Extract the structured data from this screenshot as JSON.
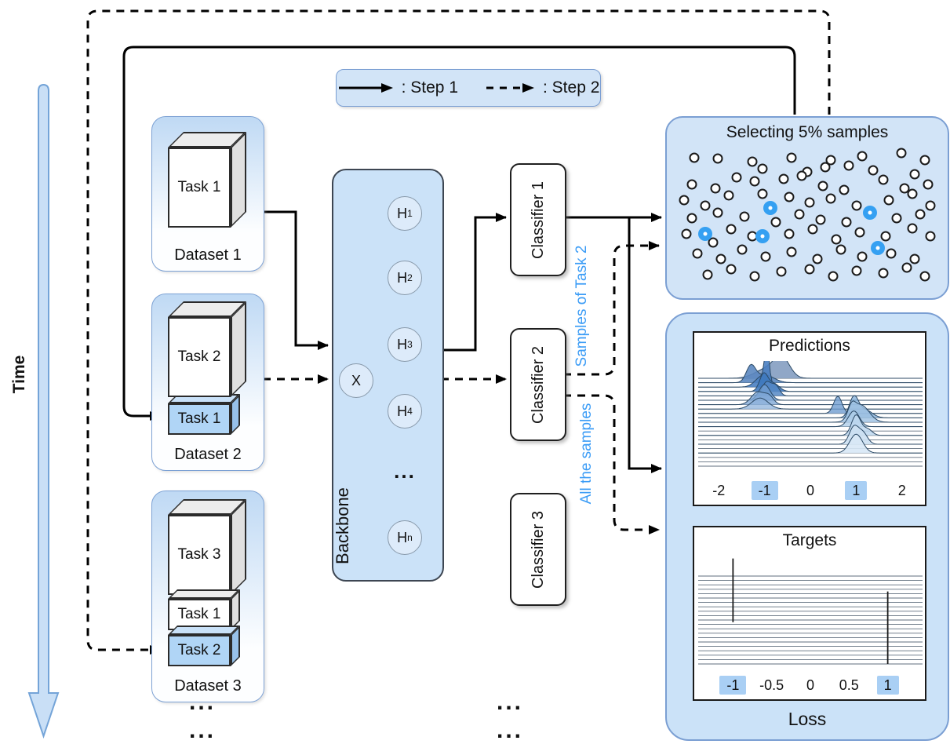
{
  "time_label": "Time",
  "legend": {
    "step1_label": ": Step 1",
    "step2_label": ": Step 2"
  },
  "datasets": [
    {
      "label": "Dataset 1",
      "stack": [
        {
          "label": "Task 1"
        }
      ]
    },
    {
      "label": "Dataset 2",
      "stack": [
        {
          "label": "Task 2"
        },
        {
          "label": "Task 1"
        }
      ]
    },
    {
      "label": "Dataset 3",
      "stack": [
        {
          "label": "Task 3"
        },
        {
          "label": "Task 1"
        },
        {
          "label": "Task 2"
        }
      ]
    }
  ],
  "backbone": {
    "label": "Backbone",
    "input_label": "X",
    "ellipsis": "...",
    "units": [
      {
        "base": "H",
        "sub": "1"
      },
      {
        "base": "H",
        "sub": "2"
      },
      {
        "base": "H",
        "sub": "3"
      },
      {
        "base": "H",
        "sub": "4"
      },
      {
        "base": "H",
        "sub": "n"
      }
    ]
  },
  "classifiers": [
    {
      "label": "Classifier 1"
    },
    {
      "label": "Classifier 2"
    },
    {
      "label": "Classifier 3"
    }
  ],
  "flow_labels": {
    "samples_task2": "Samples of Task 2",
    "all_samples": "All the samples"
  },
  "selection_panel": {
    "title": "Selecting 5% samples",
    "points": [
      [
        7,
        7,
        0
      ],
      [
        16,
        8,
        0
      ],
      [
        29,
        10,
        0
      ],
      [
        44,
        7,
        0
      ],
      [
        59,
        9,
        0
      ],
      [
        66,
        13,
        0
      ],
      [
        71,
        6,
        0
      ],
      [
        86,
        4,
        0
      ],
      [
        95,
        9,
        0
      ],
      [
        33,
        15,
        0
      ],
      [
        50,
        17,
        0
      ],
      [
        57,
        14,
        0
      ],
      [
        75,
        16,
        0
      ],
      [
        91,
        19,
        0
      ],
      [
        6,
        26,
        0
      ],
      [
        15,
        29,
        0
      ],
      [
        23,
        21,
        0
      ],
      [
        30,
        24,
        0
      ],
      [
        41,
        22,
        0
      ],
      [
        48,
        20,
        0
      ],
      [
        56,
        27,
        0
      ],
      [
        64,
        30,
        0
      ],
      [
        79,
        23,
        0
      ],
      [
        87,
        29,
        0
      ],
      [
        96,
        26,
        0
      ],
      [
        3,
        37,
        0
      ],
      [
        11,
        41,
        0
      ],
      [
        20,
        34,
        0
      ],
      [
        33,
        33,
        0
      ],
      [
        43,
        35,
        0
      ],
      [
        51,
        39,
        0
      ],
      [
        59,
        36,
        0
      ],
      [
        69,
        41,
        0
      ],
      [
        81,
        37,
        0
      ],
      [
        90,
        33,
        0
      ],
      [
        97,
        41,
        0
      ],
      [
        6,
        50,
        0
      ],
      [
        16,
        46,
        0
      ],
      [
        26,
        49,
        0
      ],
      [
        38,
        53,
        0
      ],
      [
        47,
        47,
        0
      ],
      [
        55,
        51,
        0
      ],
      [
        65,
        53,
        0
      ],
      [
        84,
        50,
        0
      ],
      [
        93,
        47,
        0
      ],
      [
        4,
        61,
        0
      ],
      [
        14,
        67,
        0
      ],
      [
        21,
        58,
        0
      ],
      [
        29,
        63,
        0
      ],
      [
        43,
        61,
        0
      ],
      [
        52,
        58,
        0
      ],
      [
        61,
        65,
        0
      ],
      [
        70,
        60,
        0
      ],
      [
        80,
        63,
        0
      ],
      [
        90,
        57,
        0
      ],
      [
        97,
        63,
        0
      ],
      [
        8,
        75,
        0
      ],
      [
        17,
        79,
        0
      ],
      [
        25,
        72,
        0
      ],
      [
        34,
        77,
        0
      ],
      [
        44,
        74,
        0
      ],
      [
        54,
        79,
        0
      ],
      [
        63,
        72,
        0
      ],
      [
        71,
        77,
        0
      ],
      [
        82,
        75,
        0
      ],
      [
        91,
        79,
        0
      ],
      [
        12,
        90,
        0
      ],
      [
        21,
        86,
        0
      ],
      [
        30,
        91,
        0
      ],
      [
        40,
        88,
        0
      ],
      [
        51,
        86,
        0
      ],
      [
        60,
        91,
        0
      ],
      [
        69,
        87,
        0
      ],
      [
        79,
        89,
        0
      ],
      [
        88,
        85,
        0
      ],
      [
        95,
        91,
        0
      ],
      [
        36,
        43,
        1
      ],
      [
        11,
        61,
        1
      ],
      [
        33,
        63,
        1
      ],
      [
        74,
        46,
        1
      ],
      [
        77,
        71,
        1
      ]
    ]
  },
  "results_panel": {
    "loss_label": "Loss"
  },
  "ellipsis_marks": {
    "mark": "..."
  },
  "colors": {
    "panel_fill": "#CBE2F8",
    "panel_border": "#7B9FD3",
    "highlight_blue": "#35A0F2",
    "blue_text": "#3B9CF6",
    "tick_highlight": "#A9CFF4"
  },
  "chart_data": [
    {
      "type": "ridgeline",
      "title": "Predictions",
      "xlim": [
        -2.45,
        2.45
      ],
      "ticks": [
        -2,
        -1,
        0,
        1,
        2
      ],
      "highlight": [
        -1,
        1
      ],
      "rows": 21,
      "row_top": 22,
      "row_gap": 5.6,
      "ridges": [
        {
          "row": 0,
          "fill": "#8aa2c4",
          "op": 0.95,
          "peaks": [
            {
              "c": -0.62,
              "h": 24,
              "s": 0.17
            },
            {
              "c": -0.95,
              "h": 12,
              "s": 0.25
            }
          ]
        },
        {
          "row": 1,
          "fill": "#5b87c0",
          "op": 0.9,
          "peaks": [
            {
              "c": -1.3,
              "h": 20,
              "s": 0.1
            },
            {
              "c": -1.0,
              "h": 10,
              "s": 0.2
            }
          ]
        },
        {
          "row": 2,
          "fill": "#4a7fc1",
          "op": 0.9,
          "peaks": [
            {
              "c": -0.95,
              "h": 48,
              "s": 0.045
            },
            {
              "c": -1.05,
              "h": 14,
              "s": 0.15
            }
          ]
        },
        {
          "row": 3,
          "fill": "#3f79be",
          "op": 0.9,
          "peaks": [
            {
              "c": -1.02,
              "h": 22,
              "s": 0.09
            },
            {
              "c": -0.8,
              "h": 10,
              "s": 0.12
            }
          ]
        },
        {
          "row": 4,
          "fill": "#5588c5",
          "op": 0.85,
          "peaks": [
            {
              "c": -0.95,
              "h": 18,
              "s": 0.1
            },
            {
              "c": -0.75,
              "h": 12,
              "s": 0.08
            }
          ]
        },
        {
          "row": 5,
          "fill": "#6f9cd0",
          "op": 0.8,
          "peaks": [
            {
              "c": -1.0,
              "h": 20,
              "s": 0.12
            }
          ]
        },
        {
          "row": 6,
          "fill": "#7fa7d6",
          "op": 0.8,
          "peaks": [
            {
              "c": -1.15,
              "h": 16,
              "s": 0.14
            },
            {
              "c": -0.9,
              "h": 10,
              "s": 0.1
            }
          ]
        },
        {
          "row": 7,
          "fill": "#8fb3dc",
          "op": 0.75,
          "peaks": [
            {
              "c": -1.1,
              "h": 14,
              "s": 0.18
            }
          ]
        },
        {
          "row": 8,
          "fill": "#6f9cd0",
          "op": 0.8,
          "peaks": [
            {
              "c": 0.6,
              "h": 22,
              "s": 0.09
            }
          ]
        },
        {
          "row": 9,
          "fill": "#86b0da",
          "op": 0.8,
          "peaks": [
            {
              "c": 0.95,
              "h": 26,
              "s": 0.1
            },
            {
              "c": 1.2,
              "h": 10,
              "s": 0.15
            }
          ]
        },
        {
          "row": 10,
          "fill": "#9dc0e2",
          "op": 0.8,
          "peaks": [
            {
              "c": 1.1,
              "h": 22,
              "s": 0.18
            },
            {
              "c": 0.9,
              "h": 14,
              "s": 0.08
            }
          ]
        },
        {
          "row": 11,
          "fill": "#aecde9",
          "op": 0.8,
          "peaks": [
            {
              "c": 0.95,
              "h": 20,
              "s": 0.12
            }
          ]
        },
        {
          "row": 13,
          "fill": "#bdd7ee",
          "op": 0.85,
          "peaks": [
            {
              "c": 1.0,
              "h": 26,
              "s": 0.1
            },
            {
              "c": 1.25,
              "h": 8,
              "s": 0.1
            }
          ]
        },
        {
          "row": 15,
          "fill": "#cce0f2",
          "op": 0.9,
          "peaks": [
            {
              "c": 0.95,
              "h": 22,
              "s": 0.1
            },
            {
              "c": 1.15,
              "h": 14,
              "s": 0.1
            }
          ]
        },
        {
          "row": 17,
          "fill": "#d8e8f6",
          "op": 0.9,
          "peaks": [
            {
              "c": 1.0,
              "h": 24,
              "s": 0.14
            }
          ]
        }
      ]
    },
    {
      "type": "ridgeline",
      "title": "Targets",
      "xlim": [
        -1.45,
        1.45
      ],
      "ticks": [
        -1,
        -0.5,
        0,
        0.5,
        1
      ],
      "highlight": [
        -1,
        1
      ],
      "rows": 21,
      "row_top": 26,
      "row_gap": 5.6,
      "spikes": [
        {
          "x": -1,
          "from": -4,
          "to": 10.5
        },
        {
          "x": 1,
          "from": 3.5,
          "to": 20
        }
      ]
    }
  ]
}
